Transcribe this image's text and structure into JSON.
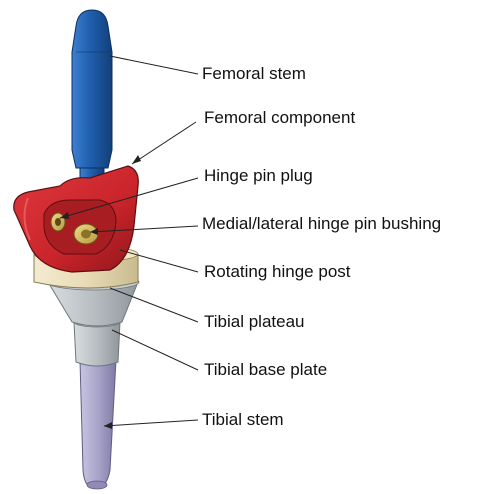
{
  "colors": {
    "stem_blue": "#1f5fae",
    "stem_blue_dark": "#123f7a",
    "femoral_red": "#c8242a",
    "femoral_red_dark": "#8e161b",
    "plateau_cream": "#e8dcb6",
    "metal_grey": "#b8bec2",
    "tibial_stem": "#a7a3c9",
    "leader": "#222222"
  },
  "labels": {
    "femoral_stem": "Femoral stem",
    "femoral_component": "Femoral component",
    "hinge_pin_plug": "Hinge pin plug",
    "hinge_pin_bushing": "Medial/lateral hinge pin bushing",
    "rotating_hinge_post": "Rotating hinge post",
    "tibial_plateau": "Tibial plateau",
    "tibial_base_plate": "Tibial base plate",
    "tibial_stem": "Tibial stem"
  }
}
